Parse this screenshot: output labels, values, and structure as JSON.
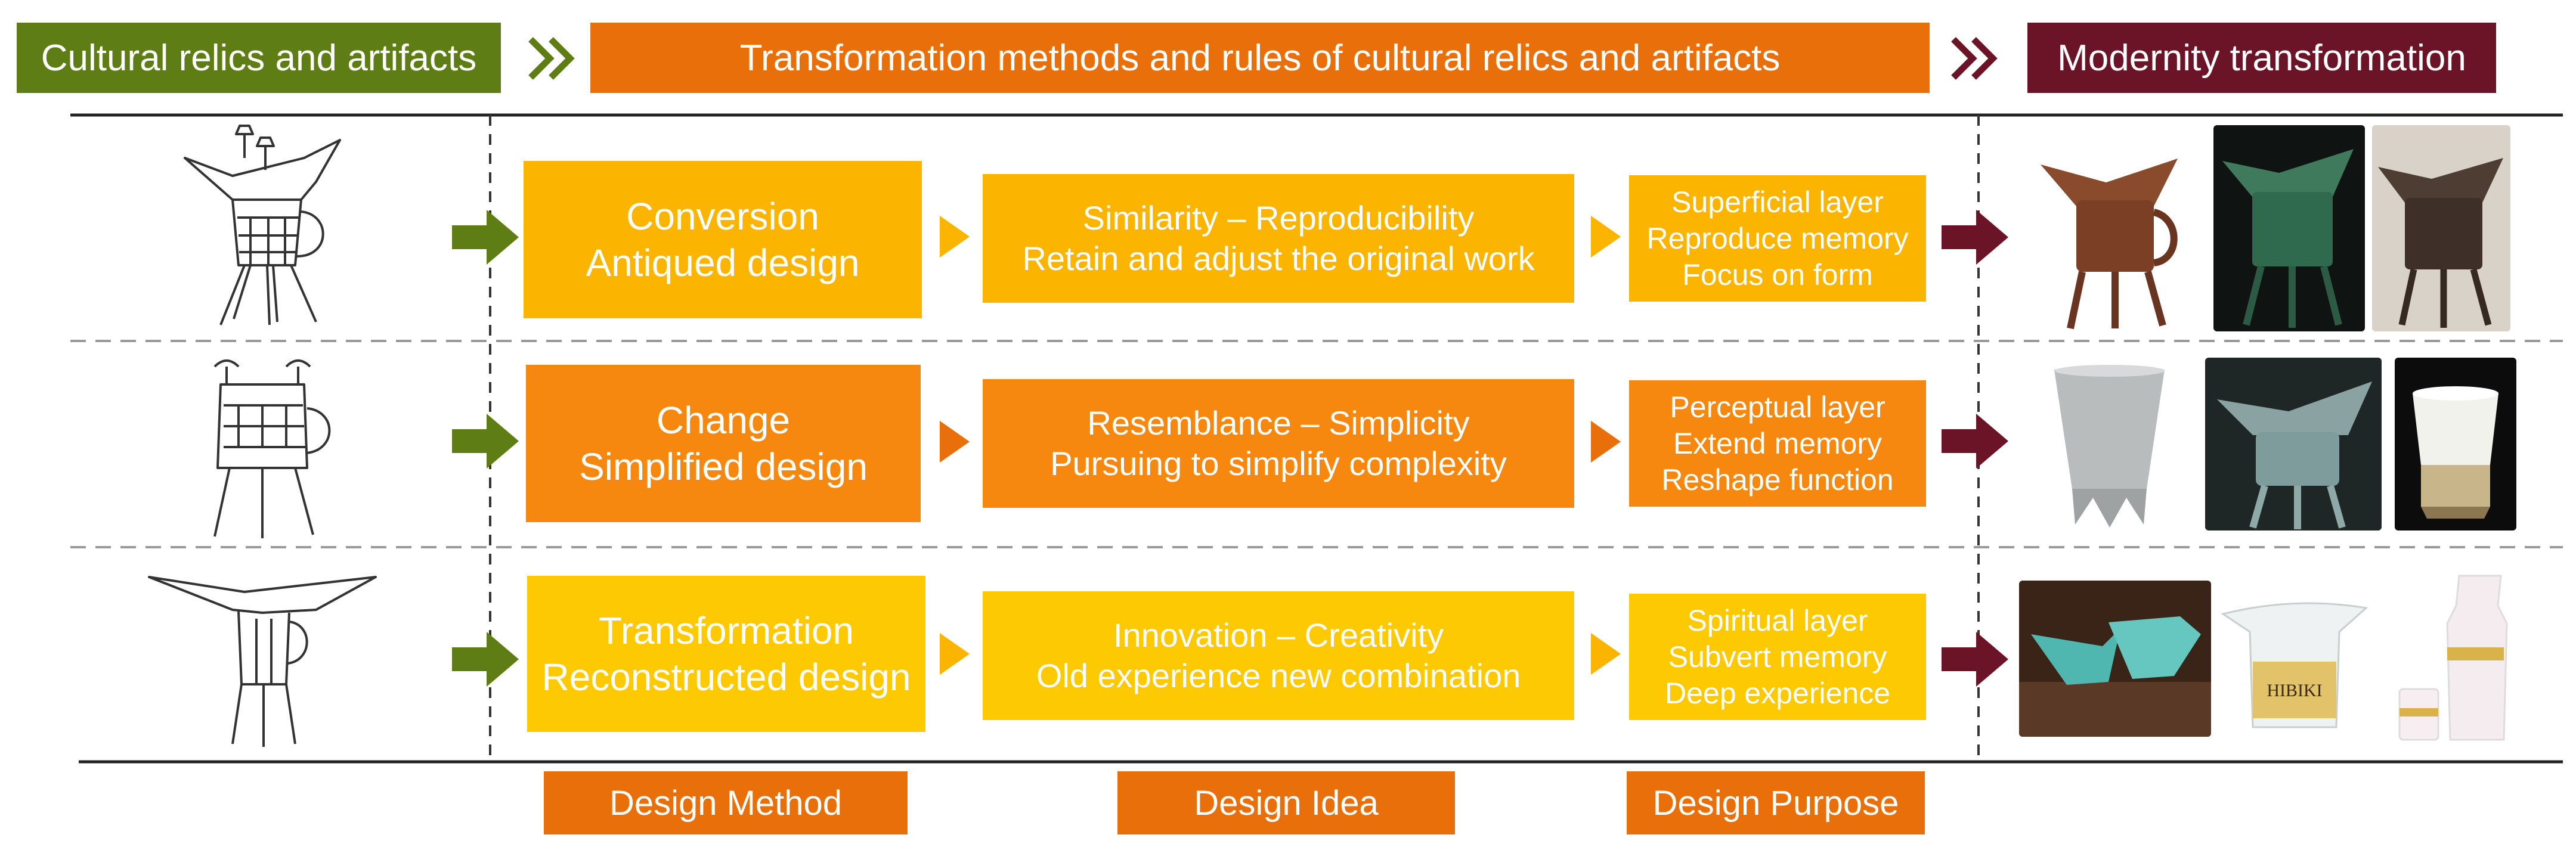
{
  "header": {
    "left": "Cultural relics and artifacts",
    "middle": "Transformation methods and rules of cultural relics and artifacts",
    "right": "Modernity transformation"
  },
  "rows": [
    {
      "method": [
        "Conversion",
        "Antiqued design"
      ],
      "idea": [
        "Similarity – Reproducibility",
        "Retain and adjust the original work"
      ],
      "purpose": [
        "Superficial layer",
        "Reproduce memory",
        "Focus on form"
      ]
    },
    {
      "method": [
        "Change",
        "Simplified design"
      ],
      "idea": [
        "Resemblance – Simplicity",
        "Pursuing to simplify complexity"
      ],
      "purpose": [
        "Perceptual layer",
        "Extend memory",
        "Reshape function"
      ]
    },
    {
      "method": [
        "Transformation",
        "Reconstructed design"
      ],
      "idea": [
        "Innovation – Creativity",
        "Old experience new combination"
      ],
      "purpose": [
        "Spiritual layer",
        "Subvert memory",
        "Deep experience"
      ]
    }
  ],
  "photo_text": "HIBIKI",
  "footer": {
    "method": "Design Method",
    "idea": "Design Idea",
    "purpose": "Design Purpose"
  },
  "colors": {
    "olive": "#5E7D14",
    "orange_dark": "#E96F0A",
    "orange": "#F7880F",
    "amber": "#FBB400",
    "yellow": "#FDC903",
    "maroon": "#6B1428"
  }
}
